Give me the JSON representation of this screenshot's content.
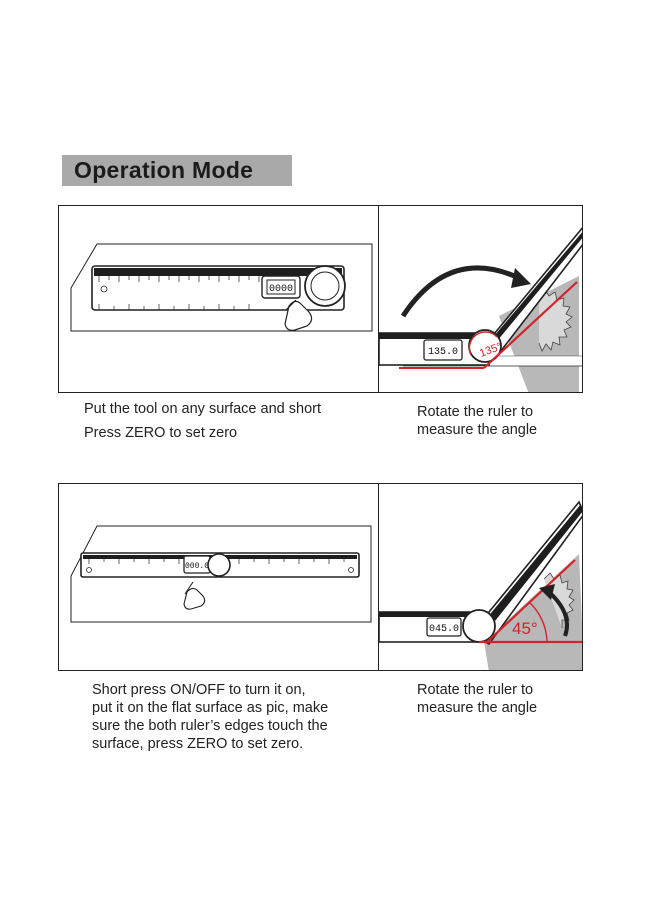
{
  "title": "Operation Mode",
  "section1": {
    "left_caption": [
      "Put the tool on any surface and short",
      "Press ZERO to set zero"
    ],
    "right_caption": [
      "Rotate the ruler to",
      "measure the angle"
    ],
    "left_lcd": "0000",
    "right_lcd": "135.0",
    "angle_label": "135°"
  },
  "section2": {
    "left_caption": [
      "Short press ON/OFF to turn it on,",
      "put it on the flat surface as pic, make",
      "sure the both ruler’s edges touch the",
      "surface, press ZERO to set zero."
    ],
    "right_caption": [
      "Rotate the ruler to",
      "measure the angle"
    ],
    "left_lcd": "000.0",
    "right_lcd": "045.0",
    "angle_label": "45°"
  },
  "colors": {
    "accent_red": "#d2232a",
    "title_band": "#a9a9a9",
    "ruler_dark": "#1e1e1e"
  }
}
